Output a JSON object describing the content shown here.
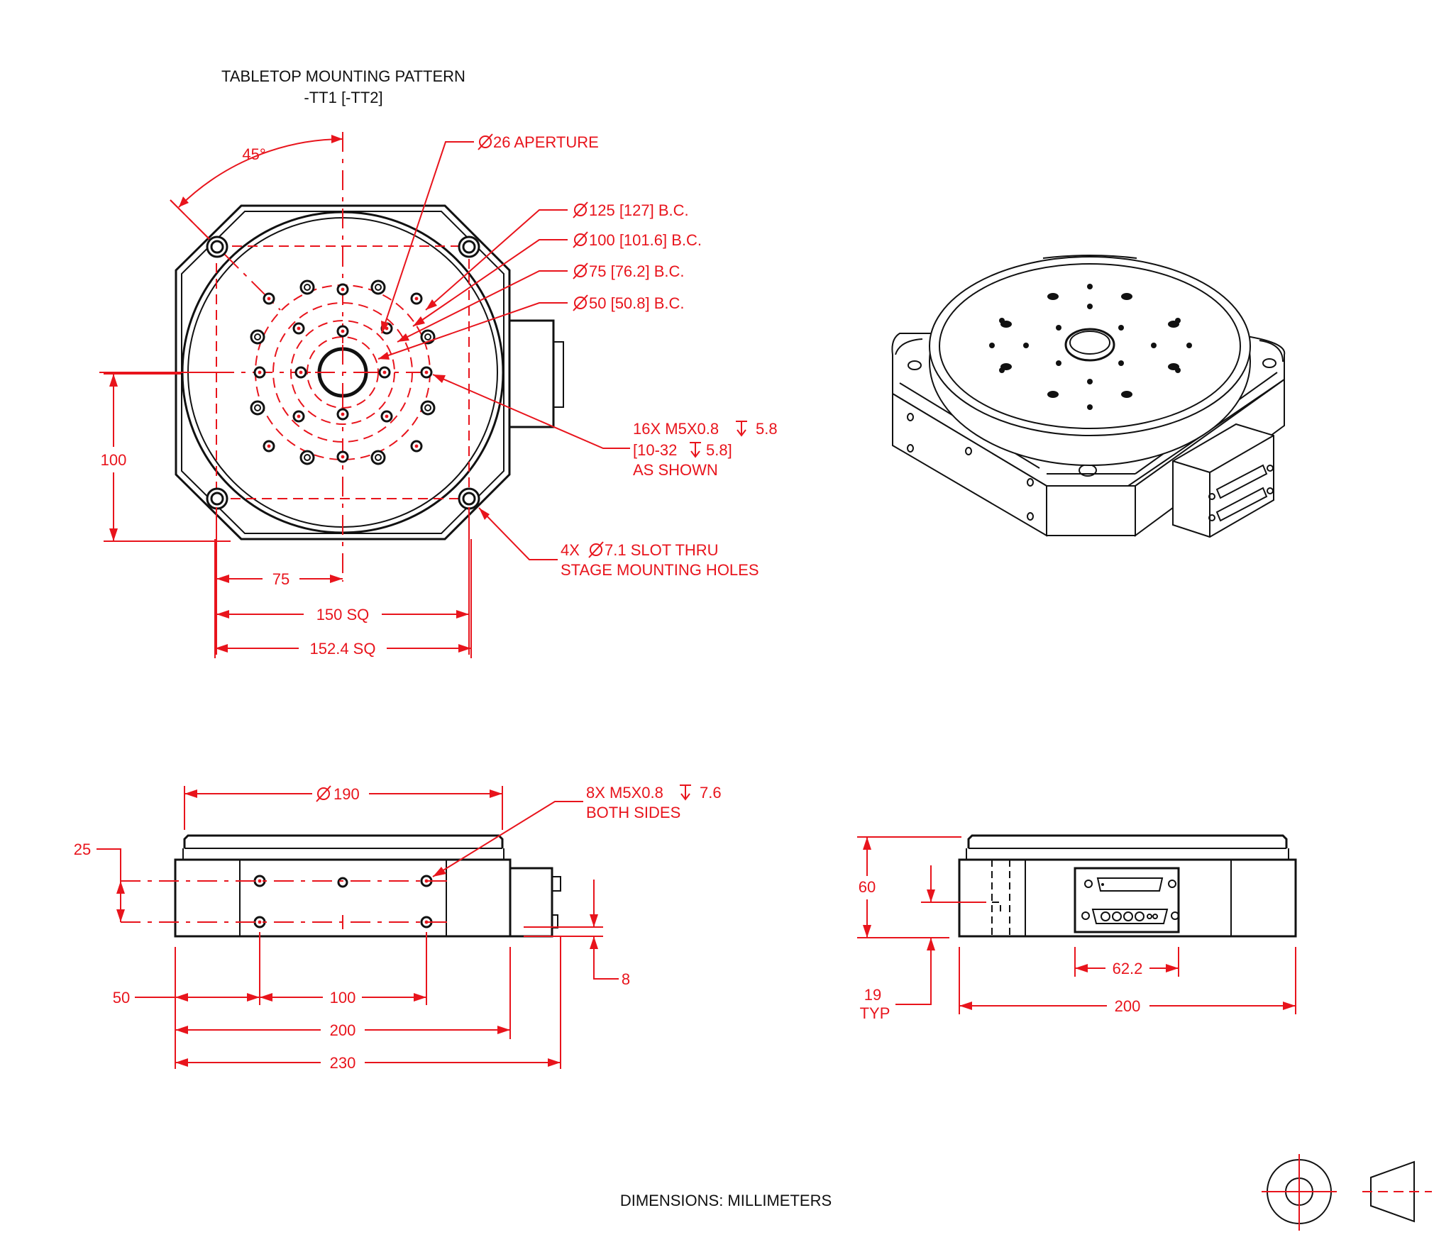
{
  "colors": {
    "dimension": "#e8141c",
    "object": "#111111",
    "background": "#ffffff"
  },
  "top_view": {
    "title_line1": "TABLETOP MOUNTING PATTERN",
    "title_line2": "-TT1 [-TT2]",
    "angle": "45°",
    "aperture": "26 APERTURE",
    "bc125": "125 [127] B.C.",
    "bc100": "100 [101.6] B.C.",
    "bc75": "75 [76.2] B.C.",
    "bc50": "50 [50.8] B.C.",
    "tapped_line1": "16X M5X0.8",
    "tapped_depth": "5.8",
    "tapped_line2_a": "[10-32",
    "tapped_line2_b": "5.8]",
    "tapped_line3": "AS SHOWN",
    "slot_line1": "4X",
    "slot_line1_b": "7.1 SLOT THRU",
    "slot_line2": "STAGE MOUNTING HOLES",
    "dim_100": "100",
    "dim_75": "75",
    "dim_150": "150 SQ",
    "dim_152": "152.4 SQ"
  },
  "side_view": {
    "dia": "190",
    "tapped_line1": "8X M5X0.8",
    "tapped_depth": "7.6",
    "tapped_line2": "BOTH SIDES",
    "dim_25": "25",
    "dim_8": "8",
    "dim_50": "50",
    "dim_100": "100",
    "dim_200": "200",
    "dim_230": "230"
  },
  "end_view": {
    "dim_60": "60",
    "dim_19": "19",
    "dim_typ": "TYP",
    "dim_62": "62.2",
    "dim_200": "200"
  },
  "footer": {
    "units": "DIMENSIONS:  MILLIMETERS"
  },
  "icons": [
    "diameter-symbol",
    "depth-symbol",
    "third-angle-projection-icon",
    "rotary-stage-isometric"
  ]
}
